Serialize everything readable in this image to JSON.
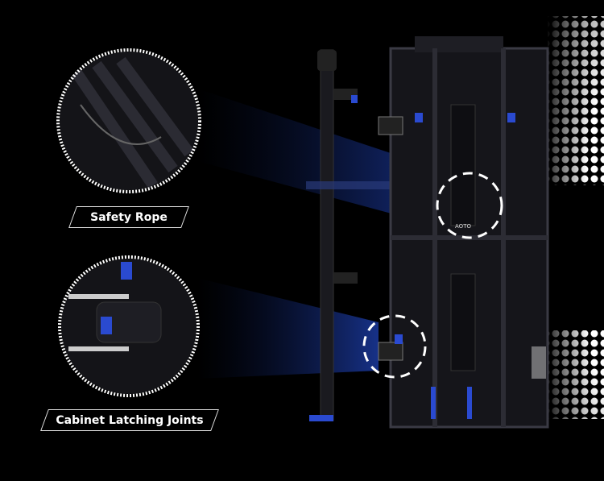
{
  "callouts": [
    {
      "label": "Safety Rope"
    },
    {
      "label": "Cabinet Latching Joints"
    }
  ],
  "product": {
    "logo_text": "AOTO"
  },
  "colors": {
    "background": "#000000",
    "accent_blue": "#1f3fbf",
    "beam": "#16307a"
  }
}
